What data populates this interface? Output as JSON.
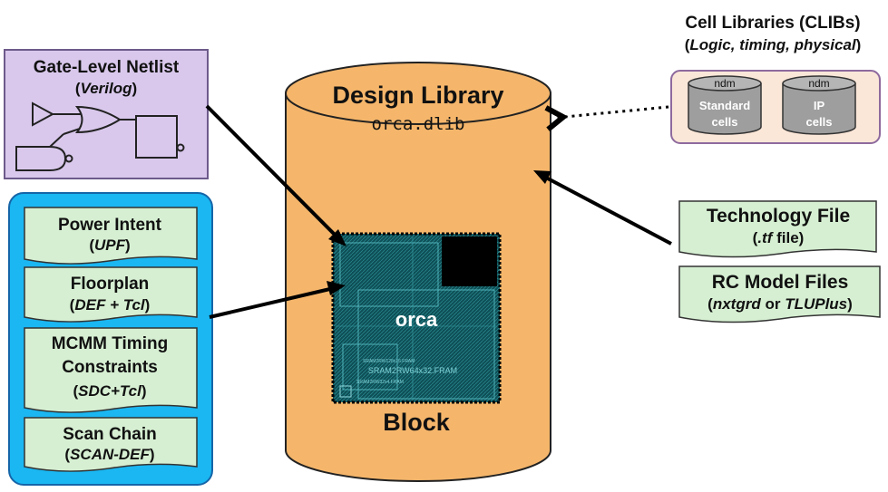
{
  "netlist": {
    "title": "Gate-Level Netlist",
    "subtitle_open": "(",
    "subtitle_italic": "Verilog",
    "subtitle_close": ")"
  },
  "inputs": {
    "power": {
      "title": "Power Intent",
      "sub_open": "(",
      "sub_italic": "UPF",
      "sub_close": ")"
    },
    "floorplan": {
      "title": "Floorplan",
      "sub_open": "(",
      "sub_italic": "DEF + Tcl",
      "sub_close": ")"
    },
    "mcmm": {
      "title1": "MCMM Timing",
      "title2": "Constraints",
      "sub_open": "(",
      "sub_italic": "SDC+Tcl",
      "sub_close": ")"
    },
    "scan": {
      "title": "Scan Chain",
      "sub_open": "(",
      "sub_italic": "SCAN-DEF",
      "sub_close": ")"
    }
  },
  "design_library": {
    "title": "Design Library",
    "file": "orca.dlib",
    "block_label": "Block"
  },
  "block": {
    "name": "orca",
    "macro1": "SRAM2RW64x32.FRAM",
    "macro2": "SRAM2RW128x16.FRAM",
    "macro3": "SRAM2RW32x4.FRAM"
  },
  "clibs": {
    "title": "Cell Libraries (CLIBs)",
    "subtitle_open": "(",
    "subtitle_italic": "Logic, timing, physical",
    "subtitle_close": ")",
    "std": {
      "format": "ndm",
      "line1": "Standard",
      "line2": "cells"
    },
    "ip": {
      "format": "ndm",
      "line1": "IP",
      "line2": "cells"
    }
  },
  "tech_file": {
    "title": "Technology File",
    "sub_open": "(",
    "sub_italic": ".tf",
    "sub_close": " file)"
  },
  "rc_files": {
    "title": "RC Model Files",
    "sub_open": "(",
    "sub_italic1": "nxtgrd",
    "sub_mid": " or ",
    "sub_italic2": "TLUPlus",
    "sub_close": ")"
  },
  "colors": {
    "netlist_fill": "#d9c8ec",
    "netlist_border": "#6d5a8a",
    "panel_fill": "#1ab7f2",
    "panel_border": "#1565a8",
    "doc_fill": "#d6efd2",
    "doc_border": "#333333",
    "cylinder_fill": "#f5b66b",
    "clib_fill": "#fbe7d8",
    "clib_border": "#8e6a9e",
    "ndm_fill": "#9e9e9e",
    "block_fill": "#0e4a52"
  }
}
